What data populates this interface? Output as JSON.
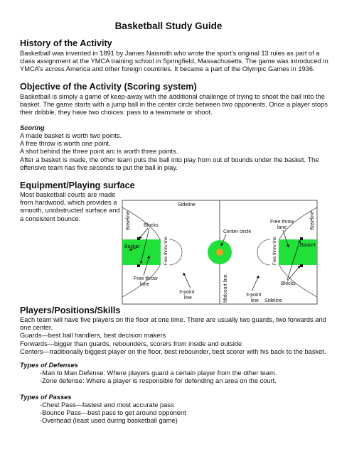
{
  "title": "Basketball Study Guide",
  "history": {
    "heading": "History of the Activity",
    "lines": [
      "Basketball was invented in 1891 by James Naismith who wrote the sport’s original 13 rules as part of a",
      "class assignment at the YMCA training school in Springfield, Massachusetts. The game was introduced in",
      "YMCA’s across America and other foreign countries. It became a part of the Olympic Games in 1936."
    ]
  },
  "objective": {
    "heading": "Objective of the Activity (Scoring system)",
    "lines": [
      "Basketball is simply a game of keep-away with the additional challenge of trying to shoot the ball into the",
      "basket. The game starts with a jump ball in the center circle between two opponents. Once a player stops",
      "their dribble, they have two choices: pass to a teammate or shoot."
    ]
  },
  "scoring": {
    "heading": "Scoring",
    "lines": [
      "A made basket is worth two points.",
      "A free throw is worth one point.",
      "A shot behind the three point arc is worth three points.",
      "After a basket is made, the other team puts the ball into play from out of bounds under the basket. The",
      "offensive team has five seconds to put the ball in play."
    ]
  },
  "equipment": {
    "heading": "Equipment/Playing surface",
    "lines": [
      "Most basketball courts are made",
      "from hardwood, which provides a",
      "smooth, unobstructed surface and",
      "a consistent bounce."
    ]
  },
  "court": {
    "labels": {
      "sideline_top": "Sideline",
      "sideline_bottom": "Sideline",
      "baseline_left": "Baseline",
      "baseline_right": "Baseline",
      "blocks_left": "Blocks",
      "blocks_right": "Blocks",
      "basket_left": "Basket",
      "basket_right": "Basket",
      "free_throw_line_left": "Free throw line",
      "free_throw_line_right": "Free throw line",
      "free_throw_lane_left_1": "Free throw",
      "free_throw_lane_left_2": "lane",
      "free_throw_lane_right_1": "Free throw",
      "free_throw_lane_right_2": "lane",
      "center_circle": "Center circle",
      "three_point_1": "3-point",
      "three_point_2": "line",
      "three_point_right_1": "3-point",
      "three_point_right_2": "line",
      "midcourt_line": "Midcourt line"
    },
    "colors": {
      "lane": "#22e03a",
      "line": "#555555",
      "ball": "#f0a020"
    }
  },
  "players": {
    "heading": "Players/Positions/Skills",
    "lines": [
      "Each team will have five players on the floor at one time. There are usually two guards, two forwards and",
      "one center.",
      "Guards—best ball handlers, best decision makers",
      "Forwards—bigger than guards, rebounders, scorers from inside and outside",
      "Centers—traditionally biggest player on the floor, best rebounder, best scorer with his back to the basket."
    ]
  },
  "defenses": {
    "heading": "Types of Defenses",
    "items": [
      "-Man to Man Defense: Where players guard a certain player from the other team.",
      "-Zone defense: Where a player is responsible for defending an area on the court."
    ]
  },
  "passes": {
    "heading": "Types of Passes",
    "items": [
      "-Chest Pass—fastest and most accurate pass",
      "-Bounce Pass—best pass to get around opponent",
      "-Overhead (least used during basketball game)"
    ]
  }
}
